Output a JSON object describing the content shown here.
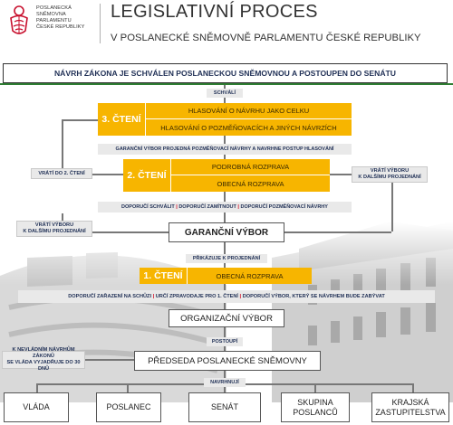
{
  "header": {
    "logo_lines": [
      "POSLANECKÁ",
      "SNĚMOVNA",
      "PARLAMENTU",
      "ČESKÉ REPUBLIKY"
    ],
    "title": "LEGISLATIVNÍ PROCES",
    "subtitle": "V POSLANECKÉ SNĚMOVNĚ PARLAMENTU ČESKÉ REPUBLIKY"
  },
  "top_box": "NÁVRH ZÁKONA JE SCHVÁLEN POSLANECKOU SNĚMOVNOU A POSTOUPEN DO SENÁTU",
  "arrow_labels": {
    "approves": "SCHVÁLÍ",
    "to_third": "GARANČNÍ VÝBOR PROJEDNÁ POZMĚŇOVACÍ NÁVRHY A NAVRHNE POSTUP HLASOVÁNÍ",
    "committee_parts": [
      "DOPORUČÍ SCHVÁLIT",
      "DOPORUČÍ ZAMÍTNOUT",
      "DOPORUČÍ POZMĚŇOVACÍ NÁVRHY"
    ],
    "assigns": "PŘIKÁZUJE K PROJEDNÁNÍ",
    "first_reading_parts": [
      "DOPORUČÍ ZAŘAZENÍ NA SCHŮZI",
      "URČÍ ZPRAVODAJE PRO 1. ČTENÍ",
      "DOPORUČÍ VÝBOR, KTERÝ SE NÁVRHEM BUDE ZABÝVAT"
    ],
    "forwards": "POSTOUPÍ",
    "submits": "NAVRHNUJÍ"
  },
  "third_reading": {
    "label": "3. ČTENÍ",
    "items": [
      "HLASOVÁNÍ O NÁVRHU JAKO CELKU",
      "HLASOVÁNÍ O POZMĚŇOVACÍCH A JINÝCH NÁVRZÍCH"
    ]
  },
  "second_reading": {
    "label": "2. ČTENÍ",
    "items": [
      "PODROBNÁ ROZPRAVA",
      "OBECNÁ ROZPRAVA"
    ]
  },
  "first_reading": {
    "label": "1. ČTENÍ",
    "item": "OBECNÁ ROZPRAVA"
  },
  "side_tags": {
    "return_to_second": "VRÁTÍ DO 2. ČTENÍ",
    "return_committee_right": [
      "VRÁTÍ VÝBORU",
      "K DALŠÍMU PROJEDNÁNÍ"
    ],
    "return_committee_left": [
      "VRÁTÍ VÝBORU",
      "K DALŠÍMU PROJEDNÁNÍ"
    ],
    "government_deadline": [
      "K NEVLÁDNÍM NÁVRHŮM ZÁKONŮ",
      "SE VLÁDA VYJADŘUJE DO 30 DNŮ"
    ]
  },
  "bodies": {
    "guarantee_committee": "GARANČNÍ VÝBOR",
    "organizing_committee": "ORGANIZAČNÍ VÝBOR",
    "chairman": "PŘEDSEDA POSLANECKÉ SNĚMOVNY"
  },
  "proposers": [
    [
      "VLÁDA"
    ],
    [
      "POSLANEC"
    ],
    [
      "SENÁT"
    ],
    [
      "SKUPINA",
      "POSLANCŮ"
    ],
    [
      "KRAJSKÁ",
      "ZASTUPITELSTVA"
    ]
  ],
  "colors": {
    "orange": "#f7b500",
    "navy": "#1f2f55",
    "separator_red": "#d0021b",
    "strip_gray": "#e9e9e9"
  }
}
